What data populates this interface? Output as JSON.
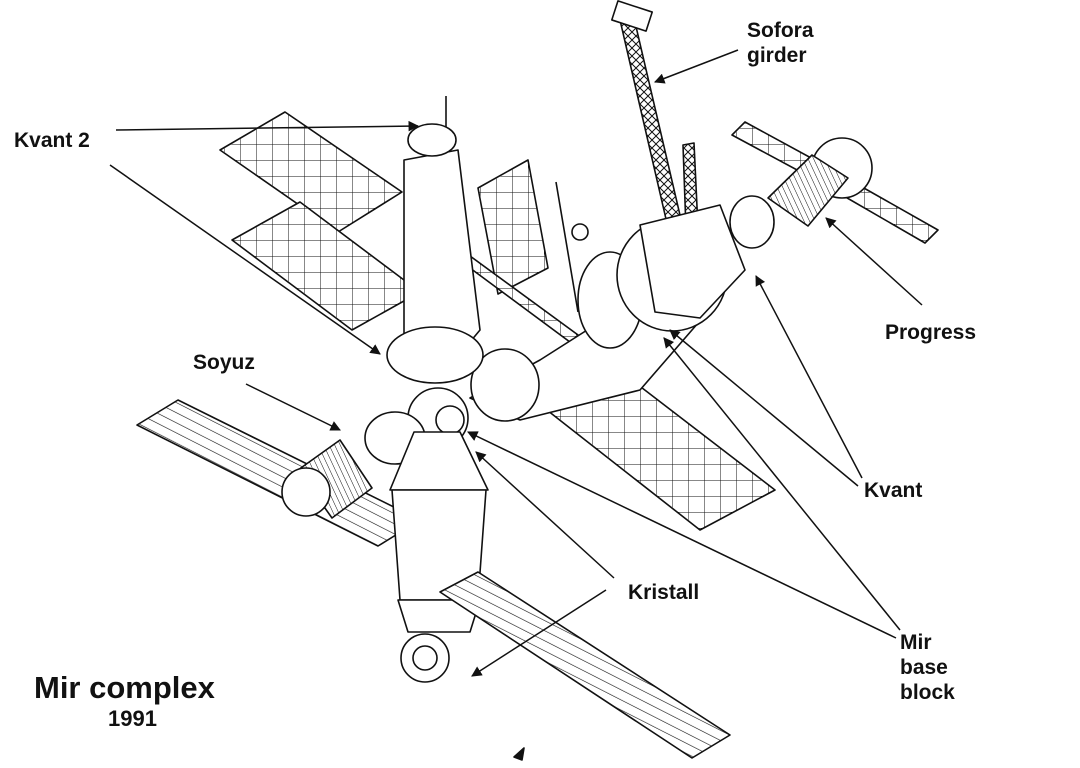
{
  "title": "Mir complex",
  "year": "1991",
  "labels": {
    "sofora": [
      "Sofora",
      "girder"
    ],
    "kvant2": "Kvant 2",
    "progress": "Progress",
    "soyuz": "Soyuz",
    "kvant": "Kvant",
    "kristall": "Kristall",
    "mir": [
      "Mir",
      "base",
      "block"
    ]
  },
  "colors": {
    "ink": "#111111",
    "panel_fill": "#ffffff",
    "background": "#ffffff"
  }
}
